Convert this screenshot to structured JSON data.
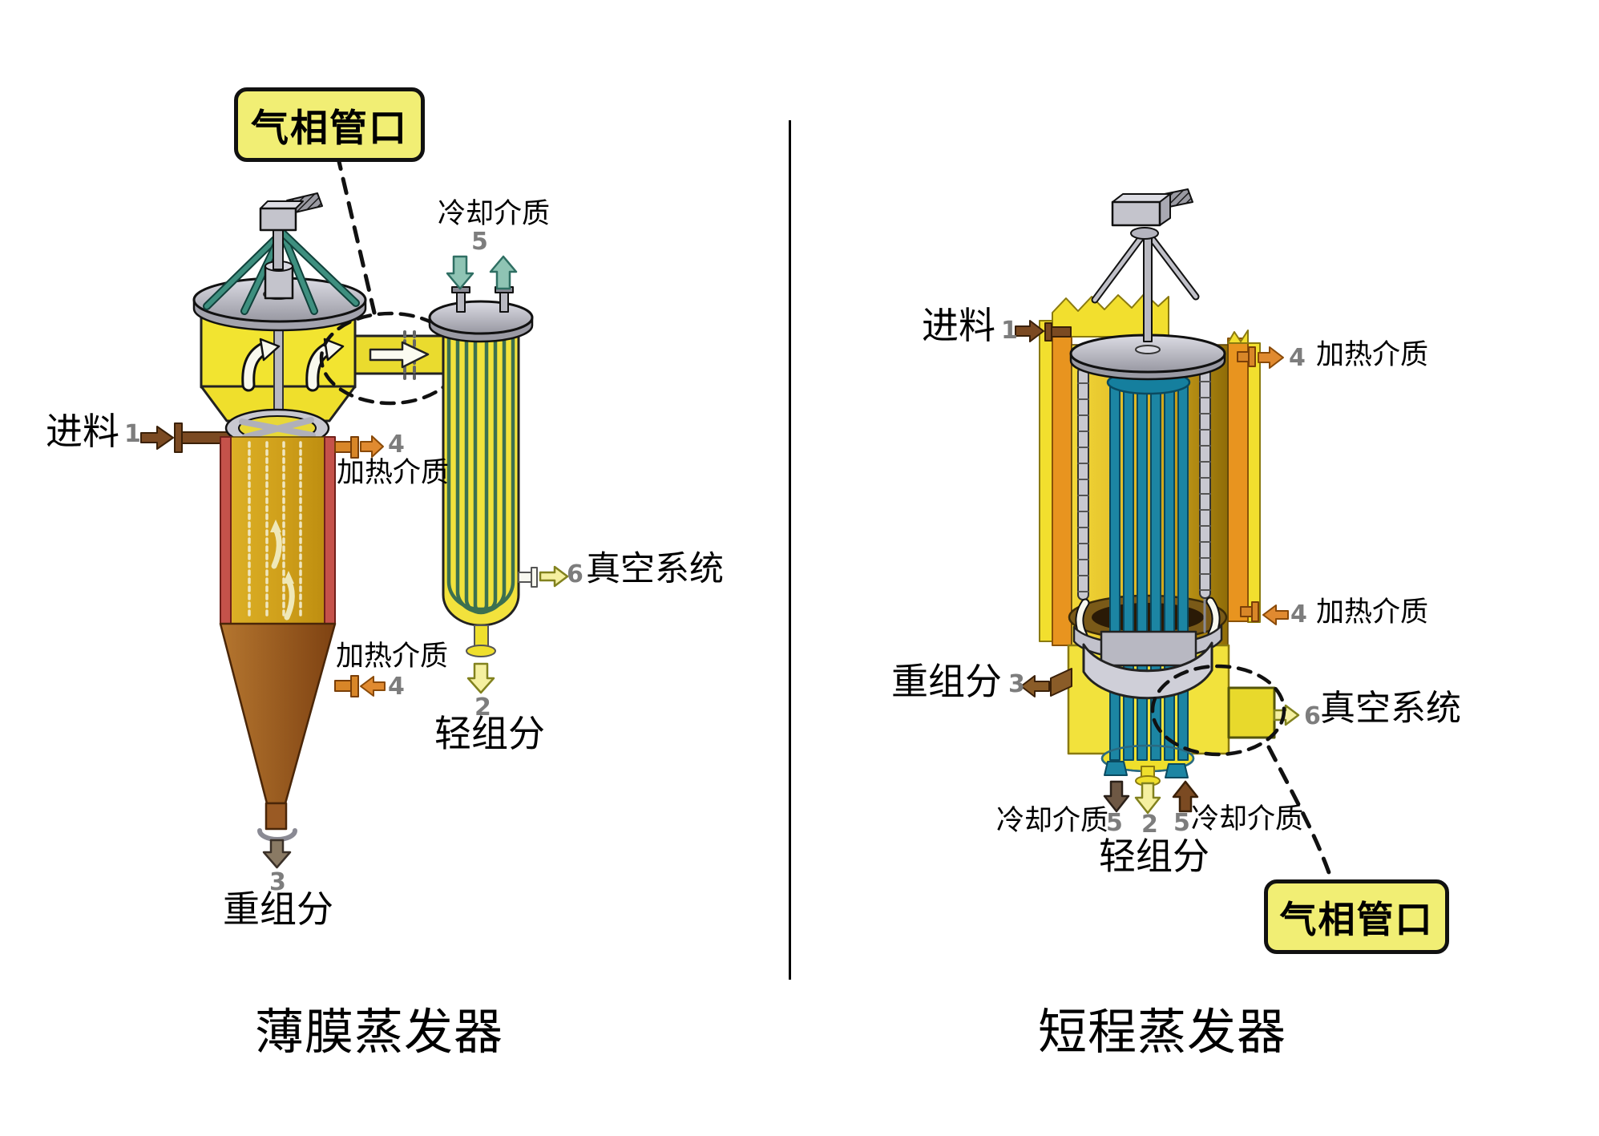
{
  "left": {
    "title": "薄膜蒸发器",
    "callout": "气相管口",
    "feed": {
      "label": "进料",
      "num": "1"
    },
    "heating_top": {
      "label": "加热介质",
      "num": "4"
    },
    "heating_bottom": {
      "label": "加热介质",
      "num": "4"
    },
    "cooling": {
      "label": "冷却介质",
      "num": "5"
    },
    "vacuum": {
      "label": "真空系统",
      "num": "6"
    },
    "light": {
      "label": "轻组分",
      "num": "2"
    },
    "heavy": {
      "label": "重组分",
      "num": "3"
    }
  },
  "right": {
    "title": "短程蒸发器",
    "callout": "气相管口",
    "feed": {
      "label": "进料",
      "num": "1"
    },
    "heating_top": {
      "label": "加热介质",
      "num": "4"
    },
    "heating_bottom": {
      "label": "加热介质",
      "num": "4"
    },
    "heavy": {
      "label": "重组分",
      "num": "3"
    },
    "vacuum": {
      "label": "真空系统",
      "num": "6"
    },
    "cooling_left": {
      "label": "冷却介质",
      "num": "5"
    },
    "cooling_right": {
      "label": "冷却介质",
      "num": "5"
    },
    "light": {
      "label": "轻组分",
      "num": "2"
    }
  },
  "colors": {
    "callout_bg": "#f1ee74",
    "vessel_yellow": "#f2e23c",
    "jacket_orange": "#e8941f",
    "jacket_red": "#c5524a",
    "tube_teal": "#1c85a3",
    "tube_green": "#3c7050",
    "heating_orange": "#e08a30",
    "feed_brown": "#7b4a22",
    "cooling_teal": "#8fc4b4",
    "pale_yellow_arrow": "#f5f0a0",
    "metal_gray": "#c4c4cc"
  }
}
